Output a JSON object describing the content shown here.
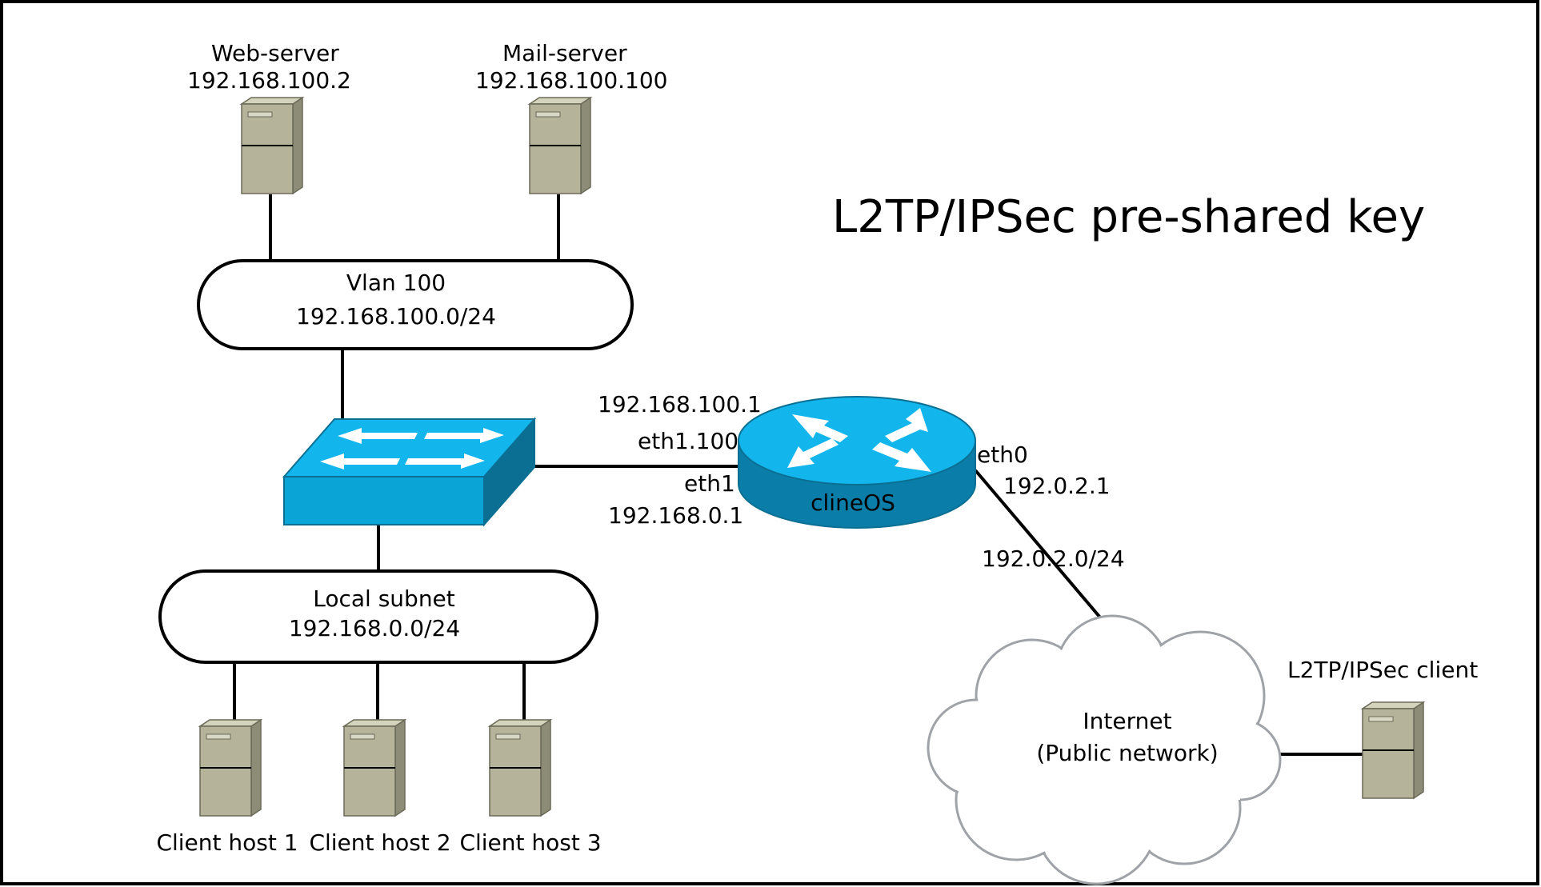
{
  "title": "L2TP/IPSec pre-shared key",
  "colors": {
    "server_face": "#b5b49a",
    "server_side": "#8d8c76",
    "server_top": "#d4d3bc",
    "device_blue": "#0aa4d6",
    "device_blue_dark": "#0a6f93",
    "device_blue_top": "#13b6ec",
    "cloud_fill": "#ffffff",
    "cloud_stroke": "#9fa3a7"
  },
  "icons": [
    "server-icon",
    "switch-icon",
    "router-icon",
    "cloud-icon"
  ],
  "servers": {
    "web": {
      "name": "Web-server",
      "ip": "192.168.100.2"
    },
    "mail": {
      "name": "Mail-server",
      "ip": "192.168.100.100"
    }
  },
  "vlan": {
    "name": "Vlan 100",
    "subnet": "192.168.100.0/24"
  },
  "local_subnet": {
    "name": "Local subnet",
    "subnet": "192.168.0.0/24"
  },
  "clients": [
    "Client host 1",
    "Client host 2",
    "Client host 3"
  ],
  "router": {
    "name": "clineOS",
    "vlan_ip": "192.168.100.1",
    "vlan_iface": "eth1.100",
    "lan_iface": "eth1",
    "lan_ip": "192.168.0.1",
    "wan_iface": "eth0",
    "wan_ip": "192.0.2.1"
  },
  "wan_network": "192.0.2.0/24",
  "internet": {
    "name": "Internet",
    "sub": "(Public network)"
  },
  "remote_client": "L2TP/IPSec client"
}
